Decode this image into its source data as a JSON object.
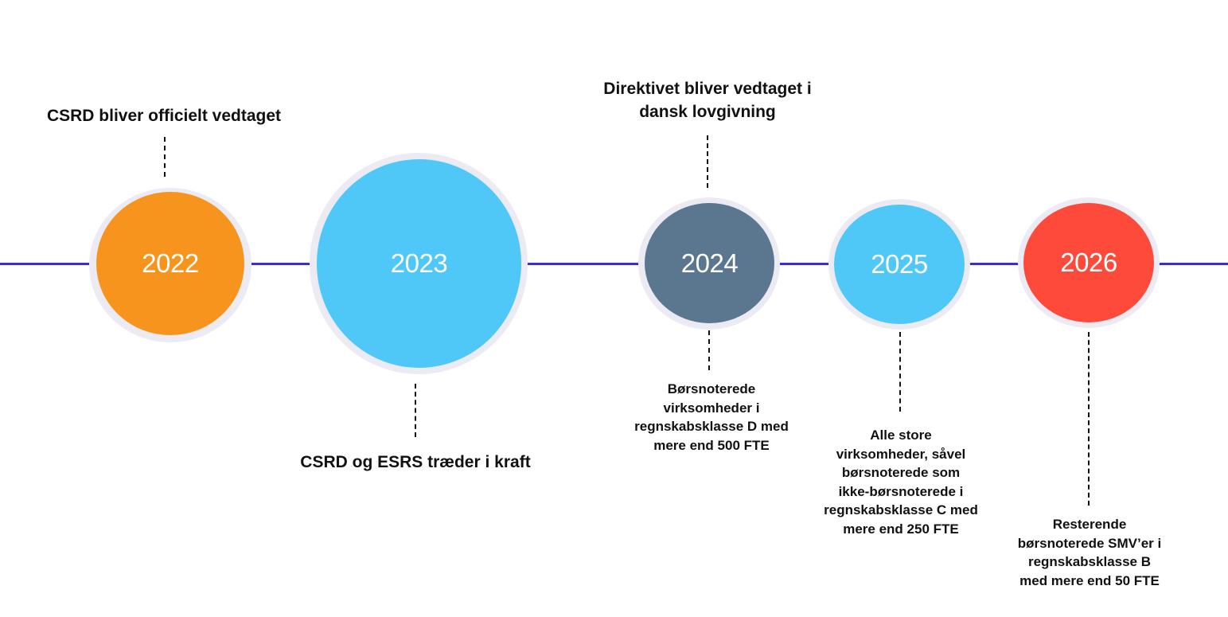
{
  "timeline": {
    "line_color": "#3b2fc9",
    "milestones": [
      {
        "year": "2022",
        "color": "#f7941d",
        "description": "CSRD bliver officielt vedtaget",
        "description_position": "above"
      },
      {
        "year": "2023",
        "color": "#4fc8f8",
        "description": "CSRD og ESRS træder i kraft",
        "description_position": "below"
      },
      {
        "year": "2024",
        "color": "#5b778f",
        "description": "Direktivet bliver vedtaget i\ndansk lovgivning",
        "description_position": "above",
        "secondary_description": "Børsnoterede\nvirksomheder i\nregnskabsklasse D med\nmere end 500 FTE",
        "secondary_position": "below"
      },
      {
        "year": "2025",
        "color": "#4fc8f8",
        "description": "Alle store\nvirksomheder, såvel\nbørsnoterede som\nikke-børsnoterede i\nregnskabsklasse C med\nmere end 250 FTE",
        "description_position": "below"
      },
      {
        "year": "2026",
        "color": "#fe4a3a",
        "description": "Resterende\nbørsnoterede SMV’er i\nregnskabsklasse B\nmed mere end 50 FTE",
        "description_position": "below"
      }
    ]
  }
}
